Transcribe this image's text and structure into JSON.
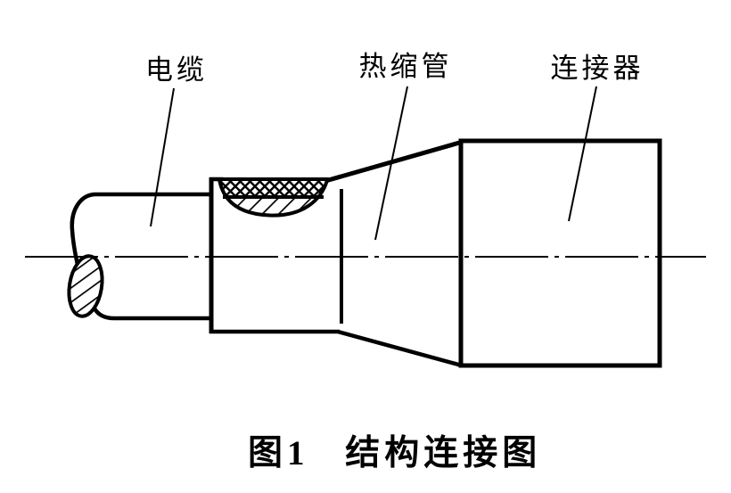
{
  "figure": {
    "type": "technical-line-drawing",
    "caption": {
      "number": "图1",
      "title": "结构连接图"
    },
    "labels": [
      {
        "id": "cable",
        "text": "电缆"
      },
      {
        "id": "heat-shrink-tube",
        "text": "热缩管"
      },
      {
        "id": "connector",
        "text": "连接器"
      }
    ],
    "colors": {
      "ink": "#000000",
      "background": "#ffffff"
    }
  }
}
